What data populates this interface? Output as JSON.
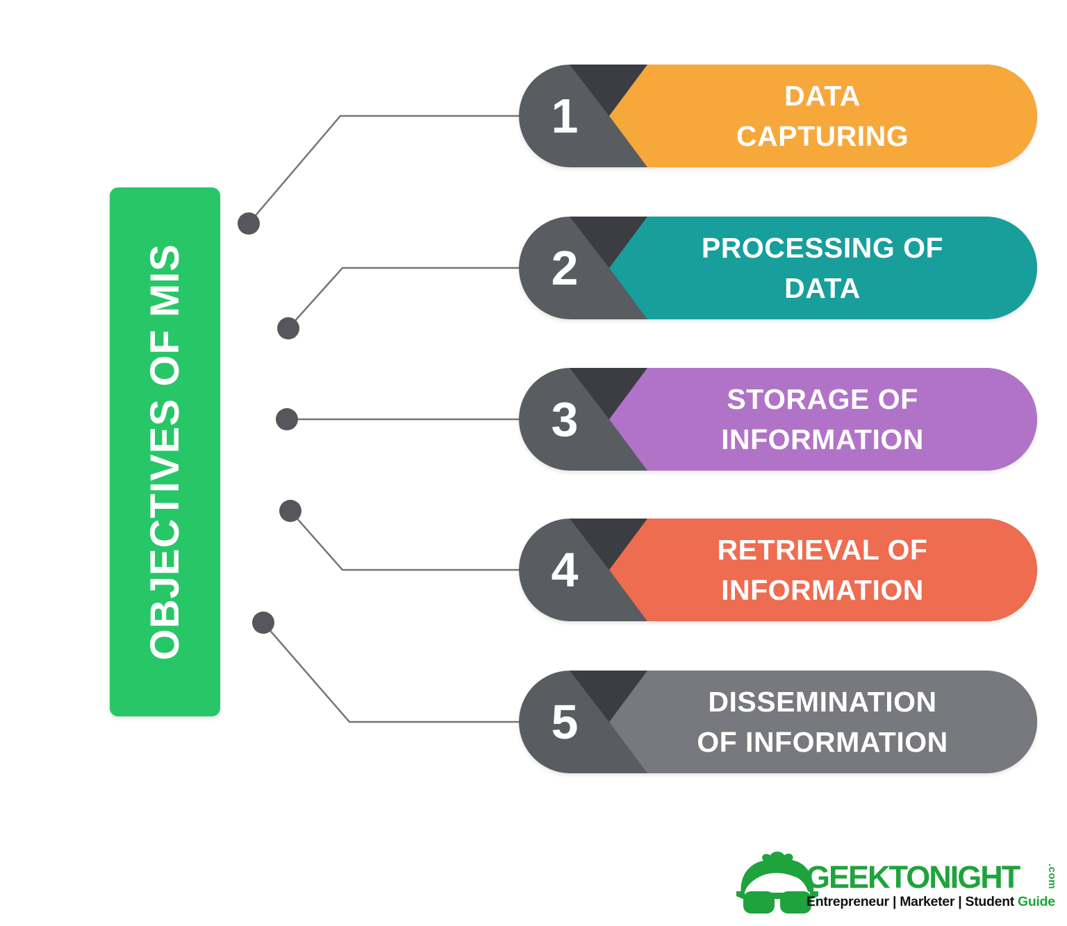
{
  "title": {
    "text": "OBJECTIVES OF MIS"
  },
  "items": [
    {
      "number": "1",
      "lines": [
        "DATA",
        "CAPTURING"
      ],
      "color": "#F7A83B"
    },
    {
      "number": "2",
      "lines": [
        "PROCESSING OF",
        "DATA"
      ],
      "color": "#189E9B"
    },
    {
      "number": "3",
      "lines": [
        "STORAGE OF",
        "INFORMATION"
      ],
      "color": "#B173C7"
    },
    {
      "number": "4",
      "lines": [
        "RETRIEVAL OF",
        "INFORMATION"
      ],
      "color": "#EE6C50"
    },
    {
      "number": "5",
      "lines": [
        "DISSEMINATION",
        "OF INFORMATION"
      ],
      "color": "#77797E"
    }
  ],
  "colors": {
    "title_bg": "#27C768",
    "number_bg": "#595C61",
    "fold": "#3B3D42",
    "connector": "#73757A",
    "dot": "#55575C",
    "logo_green": "#1FA33C",
    "tagline_dark": "#111111",
    "label_text": "#FFFFFF"
  },
  "footer": {
    "brand": "GEEKTONIGHT",
    "domain": ".com",
    "tagline_black": "Entrepreneur | Marketer | Student",
    "tagline_green": "Guide"
  }
}
